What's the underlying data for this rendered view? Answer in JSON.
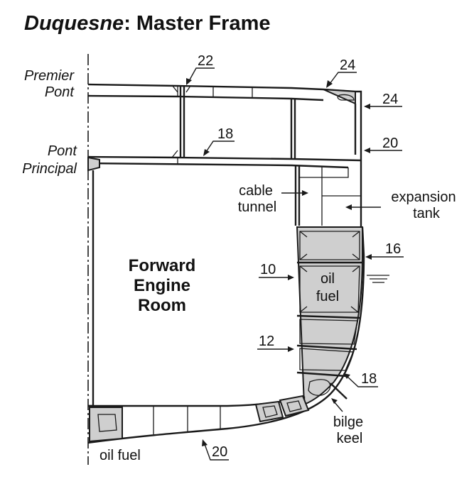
{
  "title": {
    "ship": "Duquesne",
    "rest": ": Master Frame"
  },
  "decks": {
    "premier_line1": "Premier",
    "premier_line2": "Pont",
    "principal_line1": "Pont",
    "principal_line2": "Principal"
  },
  "compartments": {
    "room_line1": "Forward",
    "room_line2": "Engine",
    "room_line3": "Room",
    "oil_line1": "oil",
    "oil_line2": "fuel",
    "cable_line1": "cable",
    "cable_line2": "tunnel",
    "expansion_line1": "expansion",
    "expansion_line2": "tank",
    "bilge_line1": "bilge",
    "bilge_line2": "keel",
    "bottom_oil": "oil fuel"
  },
  "thickness_labels": {
    "deck_top_left": "22",
    "deck_top_right": "24",
    "side_upper": "24",
    "deck_lower": "18",
    "side_lower": "20",
    "belt_upper": "16",
    "belt_10": "10",
    "belt_12": "12",
    "bilge": "18",
    "bottom": "20"
  },
  "colors": {
    "ink": "#1a1a1a",
    "tank_fill": "#cfcfcf",
    "background": "#ffffff"
  }
}
